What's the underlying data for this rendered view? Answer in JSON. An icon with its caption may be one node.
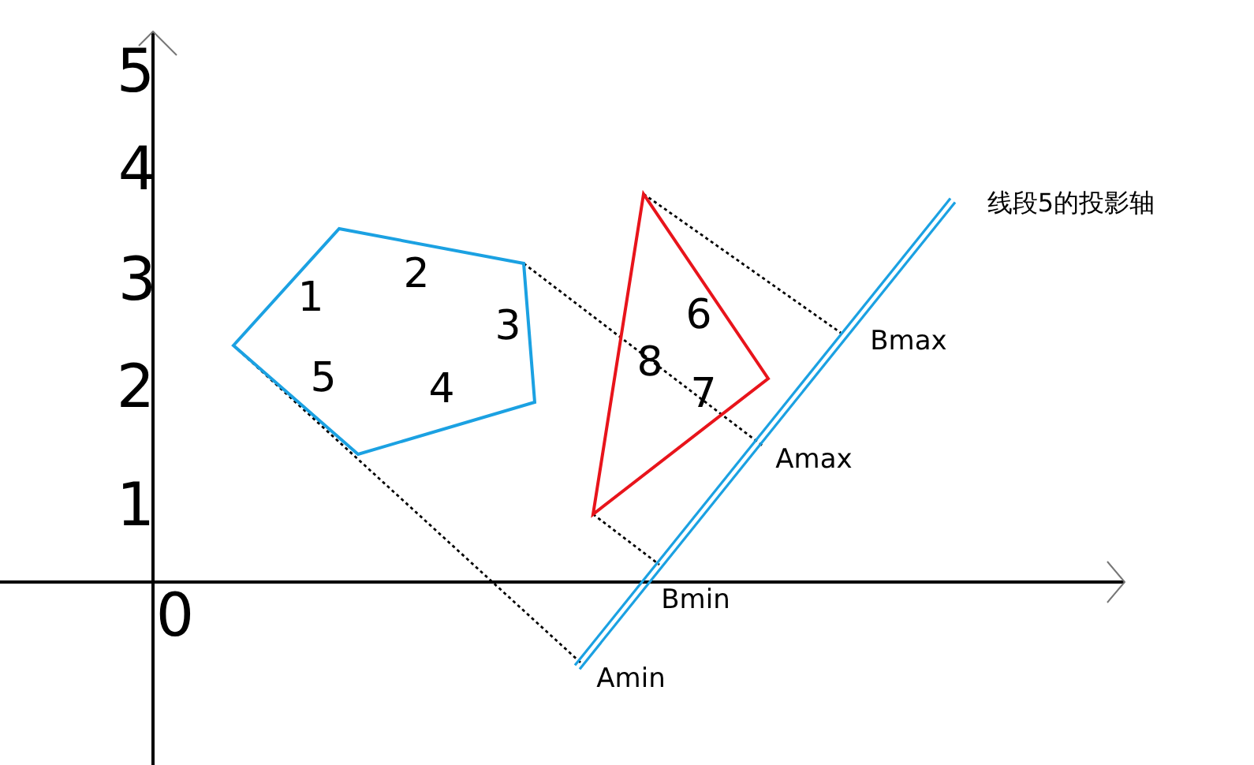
{
  "diagram": {
    "labels": [
      "5",
      "4",
      "线段5的投影轴",
      "3",
      "2",
      "1",
      "6",
      "3",
      "Bmax",
      "8",
      "5",
      "2",
      "4",
      "7",
      "Amax",
      "1",
      "Bmin",
      "0",
      "Amin"
    ]
  }
}
